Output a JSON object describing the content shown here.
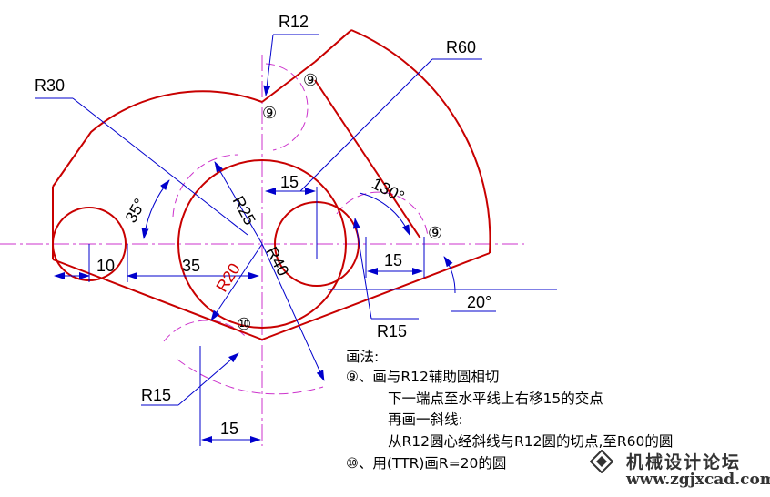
{
  "labels": {
    "r12": "R12",
    "r60": "R60",
    "r30": "R30",
    "r25": "R25",
    "r40": "R40",
    "r20": "R20",
    "r15_right": "R15",
    "r15_left": "R15",
    "d15_top": "15",
    "d10": "10",
    "d35": "35",
    "d15_mid": "15",
    "d15_bottom": "15",
    "a35": "35°",
    "a130": "130°",
    "a20": "20°",
    "step9_a": "⑨",
    "step9_b": "⑨",
    "step9_c": "⑨",
    "step10": "⑩"
  },
  "notes": {
    "title": "画法:",
    "line1": "⑨、画与R12辅助圆相切",
    "line2": "下一端点至水平线上右移15的交点",
    "line3": "再画一斜线:",
    "line4": "从R12圆心经斜线与R12圆的切点,至R60的圆",
    "line5": "⑩、用(TTR)画R=20的圆"
  },
  "watermark": {
    "title": "机械设计论坛",
    "url": "www.zgjxcad.com"
  },
  "colors": {
    "outline": "#c80000",
    "construction": "#cc33cc",
    "dimension": "#0000cc",
    "text": "#000000"
  }
}
